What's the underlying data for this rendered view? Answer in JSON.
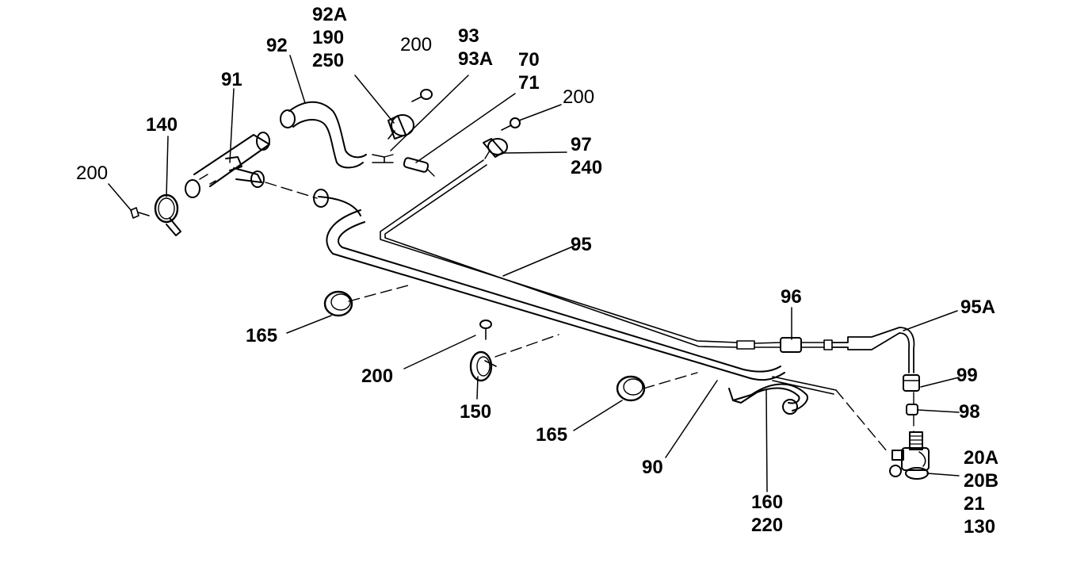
{
  "colors": {
    "ink": "#000000",
    "paper": "#ffffff"
  },
  "callouts": {
    "c91": {
      "lines": [
        "91"
      ],
      "weight": "bold"
    },
    "c92": {
      "lines": [
        "92"
      ],
      "weight": "bold"
    },
    "c92a": {
      "lines": [
        "92A",
        "190",
        "250"
      ],
      "weight": "bold"
    },
    "c200_top": {
      "lines": [
        "200"
      ],
      "weight": "normal"
    },
    "c93": {
      "lines": [
        "93",
        "93A"
      ],
      "weight": "bold"
    },
    "c70": {
      "lines": [
        "70",
        "71"
      ],
      "weight": "bold"
    },
    "c200_right": {
      "lines": [
        "200"
      ],
      "weight": "normal"
    },
    "c97": {
      "lines": [
        "97",
        "240"
      ],
      "weight": "bold"
    },
    "c140": {
      "lines": [
        "140"
      ],
      "weight": "bold"
    },
    "c200_left": {
      "lines": [
        "200"
      ],
      "weight": "normal"
    },
    "c95": {
      "lines": [
        "95"
      ],
      "weight": "bold"
    },
    "c96": {
      "lines": [
        "96"
      ],
      "weight": "bold"
    },
    "c95a": {
      "lines": [
        "95A"
      ],
      "weight": "bold"
    },
    "c165_left": {
      "lines": [
        "165"
      ],
      "weight": "bold"
    },
    "c200_mid": {
      "lines": [
        "200"
      ],
      "weight": "bold"
    },
    "c150": {
      "lines": [
        "150"
      ],
      "weight": "bold"
    },
    "c99": {
      "lines": [
        "99"
      ],
      "weight": "bold"
    },
    "c98": {
      "lines": [
        "98"
      ],
      "weight": "bold"
    },
    "c165_right": {
      "lines": [
        "165"
      ],
      "weight": "bold"
    },
    "c90": {
      "lines": [
        "90"
      ],
      "weight": "bold"
    },
    "c160": {
      "lines": [
        "160",
        "220"
      ],
      "weight": "bold"
    },
    "c20a": {
      "lines": [
        "20A",
        "20B",
        "21",
        "130"
      ],
      "weight": "bold"
    }
  }
}
